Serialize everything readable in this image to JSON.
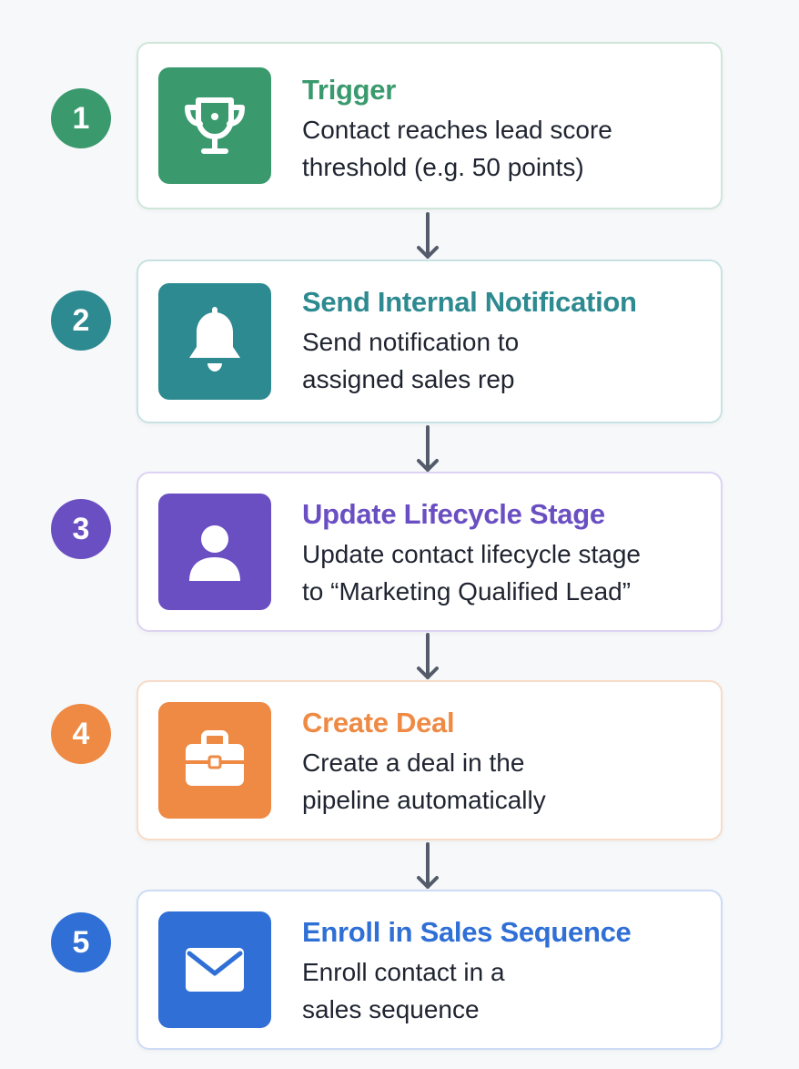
{
  "colors": {
    "step1": "#3a9a6e",
    "step1_border": "#cfe6d9",
    "step2": "#2d8a90",
    "step2_border": "#c8e2e3",
    "step3": "#6a4fc2",
    "step3_border": "#dcd4f2",
    "step4": "#ee8a44",
    "step4_border": "#f7dcc8",
    "step5": "#2f6fd6",
    "step5_border": "#cddcf5",
    "arrow": "#545c6b"
  },
  "steps": [
    {
      "number": "1",
      "title": "Trigger",
      "desc_line1": "Contact reaches lead score",
      "desc_line2": "threshold (e.g. 50 points)",
      "icon": "trophy-icon"
    },
    {
      "number": "2",
      "title": "Send Internal Notification",
      "desc_line1": "Send notification to",
      "desc_line2": "assigned sales rep",
      "icon": "bell-icon"
    },
    {
      "number": "3",
      "title": "Update Lifecycle Stage",
      "desc_line1": "Update contact lifecycle stage",
      "desc_line2": "to “Marketing Qualified Lead”",
      "icon": "user-icon"
    },
    {
      "number": "4",
      "title": "Create Deal",
      "desc_line1": "Create a deal in the",
      "desc_line2": "pipeline automatically",
      "icon": "briefcase-icon"
    },
    {
      "number": "5",
      "title": "Enroll in Sales Sequence",
      "desc_line1": "Enroll contact in a",
      "desc_line2": "sales sequence",
      "icon": "envelope-icon"
    }
  ]
}
